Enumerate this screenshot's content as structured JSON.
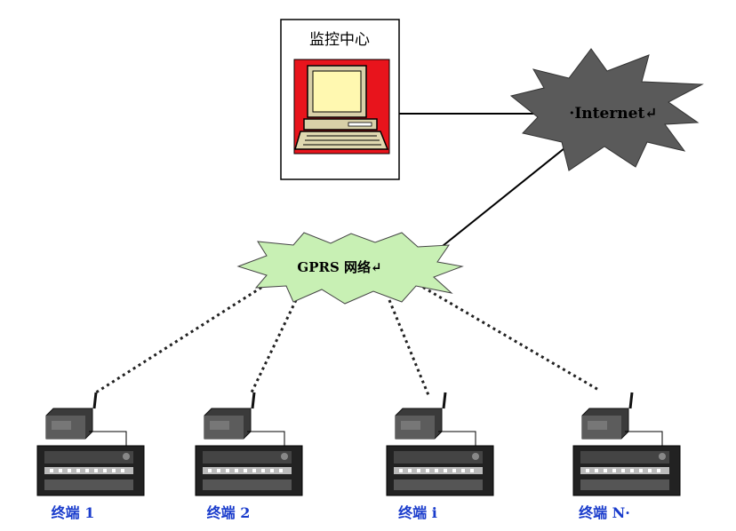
{
  "monitor_center": {
    "label": "监控中心"
  },
  "internet": {
    "label": "·Internet↵"
  },
  "gprs": {
    "label": "GPRS 网络↵"
  },
  "terminals": [
    {
      "label": "终端 1"
    },
    {
      "label": "终端 2"
    },
    {
      "label": "终端 i"
    },
    {
      "label": "终端 N·"
    }
  ],
  "colors": {
    "internet_fill": "#5a5a5a",
    "gprs_fill": "#c8f0b4",
    "monitor_bg": "#e8141c",
    "screen": "#fff8b0",
    "terminal_label": "#1a3ccc"
  },
  "icons": [
    "computer-icon",
    "gprs-modem-icon",
    "data-logger-icon"
  ]
}
